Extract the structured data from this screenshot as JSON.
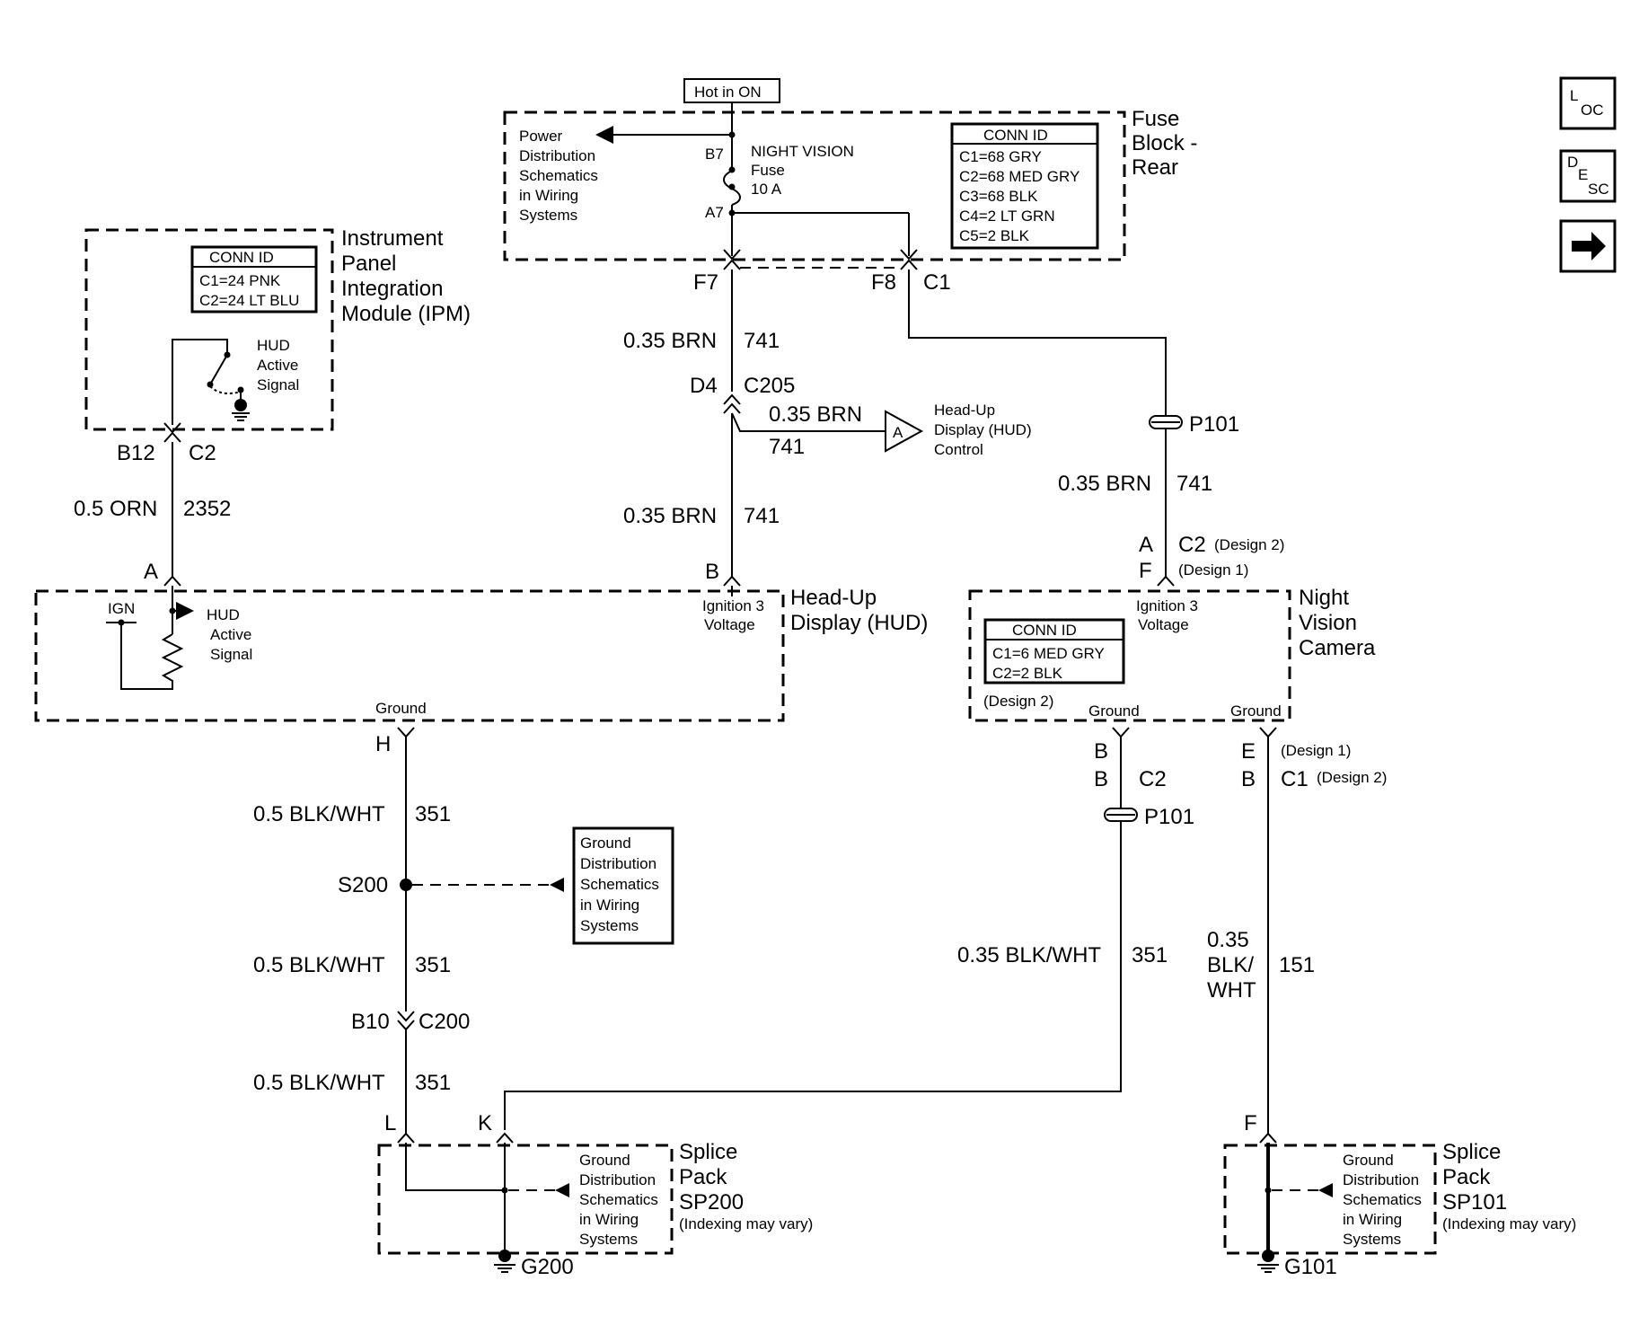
{
  "nav": {
    "loc_big": "L",
    "loc_small": "OC",
    "desc_big": "D",
    "desc_mid": "E",
    "desc_small": "SC"
  },
  "fuse_block": {
    "hot_label": "Hot in ON",
    "title": [
      "Fuse",
      "Block -",
      "Rear"
    ],
    "fuse_name": [
      "NIGHT VISION",
      "Fuse",
      "10 A"
    ],
    "pin_b7": "B7",
    "pin_a7": "A7",
    "power_ref": [
      "Power",
      "Distribution",
      "Schematics",
      "in Wiring",
      "Systems"
    ],
    "conn_title": "CONN ID",
    "conn_rows": [
      "C1=68 GRY",
      "C2=68 MED GRY",
      "C3=68 BLK",
      "C4=2 LT GRN",
      "C5=2 BLK"
    ],
    "pin_f7": "F7",
    "pin_f8": "F8",
    "conn_c1": "C1"
  },
  "ipm": {
    "title": [
      "Instrument",
      "Panel",
      "Integration",
      "Module (IPM)"
    ],
    "conn_title": "CONN ID",
    "conn_rows": [
      "C1=24 PNK",
      "C2=24 LT BLU"
    ],
    "signal": [
      "HUD",
      "Active",
      "Signal"
    ],
    "pin_b12": "B12",
    "conn_c2": "C2"
  },
  "wires": {
    "orn_gauge": "0.5 ORN",
    "orn_circuit": "2352",
    "brn_top_gauge": "0.35 BRN",
    "brn_top_circuit": "741",
    "c205_pin": "D4",
    "c205": "C205",
    "brn_branch_gauge": "0.35 BRN",
    "brn_branch_circuit": "741",
    "brn_low_gauge": "0.35 BRN",
    "brn_low_circuit": "741",
    "p101_top": "P101",
    "brn_right_gauge": "0.35 BRN",
    "brn_right_circuit": "741",
    "cam_pin_a": "A",
    "cam_conn_c2": "C2",
    "design2": "(Design 2)",
    "cam_pin_f": "F",
    "design1": "(Design 1)",
    "blkwht1_gauge": "0.5 BLK/WHT",
    "blkwht1_circuit": "351",
    "s200": "S200",
    "blkwht2_gauge": "0.5 BLK/WHT",
    "blkwht2_circuit": "351",
    "c200_pin": "B10",
    "c200": "C200",
    "blkwht3_gauge": "0.5 BLK/WHT",
    "blkwht3_circuit": "351",
    "p101_bottom": "P101",
    "cam_gnd_gauge": "0.35 BLK/WHT",
    "cam_gnd_circuit": "351",
    "blk151_gauge": [
      "0.35",
      "BLK/",
      "WHT"
    ],
    "blk151_circuit": "151",
    "cam_b1": "B",
    "cam_b2": "B",
    "cam_c2b": "C2",
    "cam_e": "E",
    "cam_b3": "B",
    "cam_c1": "C1",
    "design1b": "(Design 1)",
    "design2b": "(Design 2)"
  },
  "hud_control": {
    "connector": "A",
    "label": [
      "Head-Up",
      "Display (HUD)",
      "Control"
    ]
  },
  "ground_ref": {
    "lines": [
      "Ground",
      "Distribution",
      "Schematics",
      "in Wiring",
      "Systems"
    ]
  },
  "hud": {
    "title": [
      "Head-Up",
      "Display (HUD)"
    ],
    "pin_a": "A",
    "pin_b": "B",
    "pin_h": "H",
    "ign": "IGN",
    "signal": [
      "HUD",
      "Active",
      "Signal"
    ],
    "ign_voltage": [
      "Ignition 3",
      "Voltage"
    ],
    "ground": "Ground"
  },
  "camera": {
    "title": [
      "Night",
      "Vision",
      "Camera"
    ],
    "ign_voltage": [
      "Ignition 3",
      "Voltage"
    ],
    "conn_title": "CONN ID",
    "conn_rows": [
      "C1=6 MED GRY",
      "C2=2 BLK"
    ],
    "conn_design": "(Design 2)",
    "ground1": "Ground",
    "ground2": "Ground"
  },
  "sp200": {
    "pin_l": "L",
    "pin_k": "K",
    "title": [
      "Splice",
      "Pack",
      "SP200"
    ],
    "note": "(Indexing may vary)",
    "ground_ref": [
      "Ground",
      "Distribution",
      "Schematics",
      "in Wiring",
      "Systems"
    ],
    "ground": "G200"
  },
  "sp101": {
    "pin_f": "F",
    "title": [
      "Splice",
      "Pack",
      "SP101"
    ],
    "note": "(Indexing may vary)",
    "ground_ref": [
      "Ground",
      "Distribution",
      "Schematics",
      "in Wiring",
      "Systems"
    ],
    "ground": "G101"
  }
}
